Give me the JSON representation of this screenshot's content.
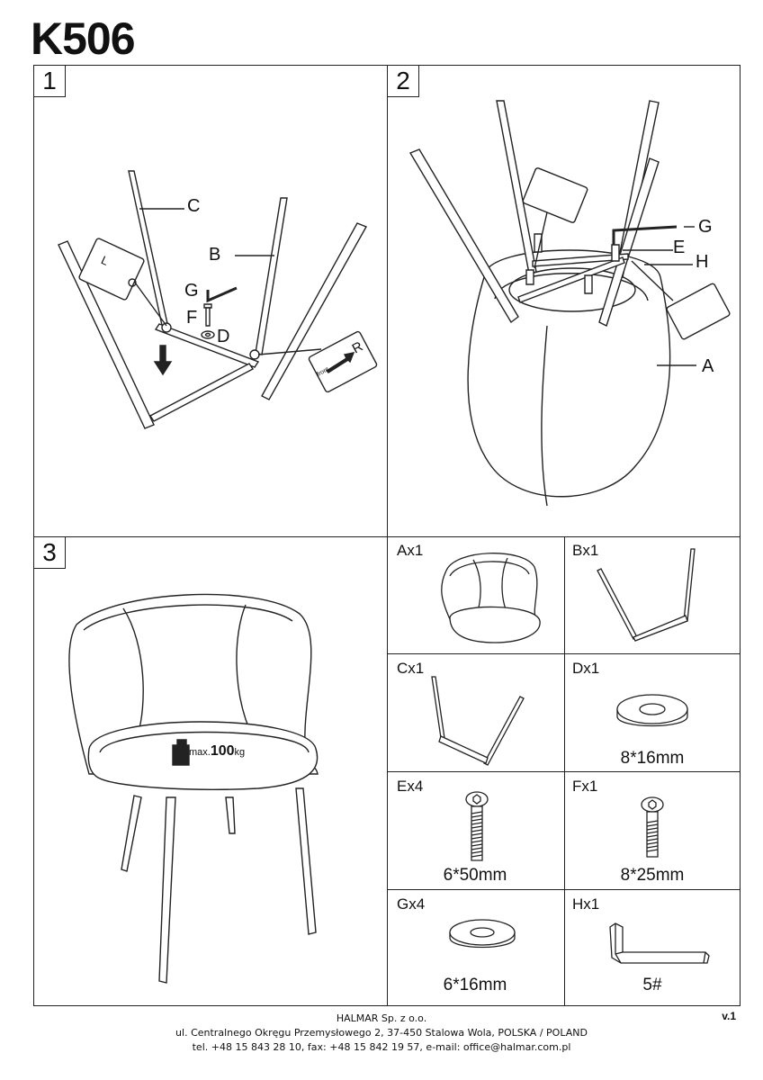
{
  "document": {
    "model": "K506",
    "version": "v.1"
  },
  "steps": [
    {
      "number": "1",
      "callouts": [
        "C",
        "B",
        "G",
        "F",
        "D"
      ]
    },
    {
      "number": "2",
      "callouts": [
        "G",
        "E",
        "H",
        "A"
      ]
    },
    {
      "number": "3",
      "weight_prefix": "max.",
      "weight_value": "100",
      "weight_unit": "kg"
    }
  ],
  "direction_badges": {
    "left": "L",
    "right": "R",
    "front": "front"
  },
  "parts": [
    {
      "label": "Ax1",
      "dimension": ""
    },
    {
      "label": "Bx1",
      "dimension": ""
    },
    {
      "label": "Cx1",
      "dimension": ""
    },
    {
      "label": "Dx1",
      "dimension": "8*16mm"
    },
    {
      "label": "Ex4",
      "dimension": "6*50mm"
    },
    {
      "label": "Fx1",
      "dimension": "8*25mm"
    },
    {
      "label": "Gx4",
      "dimension": "6*16mm"
    },
    {
      "label": "Hx1",
      "dimension": "5#"
    }
  ],
  "footer": {
    "company": "HALMAR Sp. z o.o.",
    "address": "ul. Centralnego Okręgu Przemysłowego 2, 37-450 Stalowa Wola, POLSKA / POLAND",
    "contact": "tel. +48 15 843 28 10, fax: +48 15 842 19 57, e-mail: office@halmar.com.pl"
  }
}
